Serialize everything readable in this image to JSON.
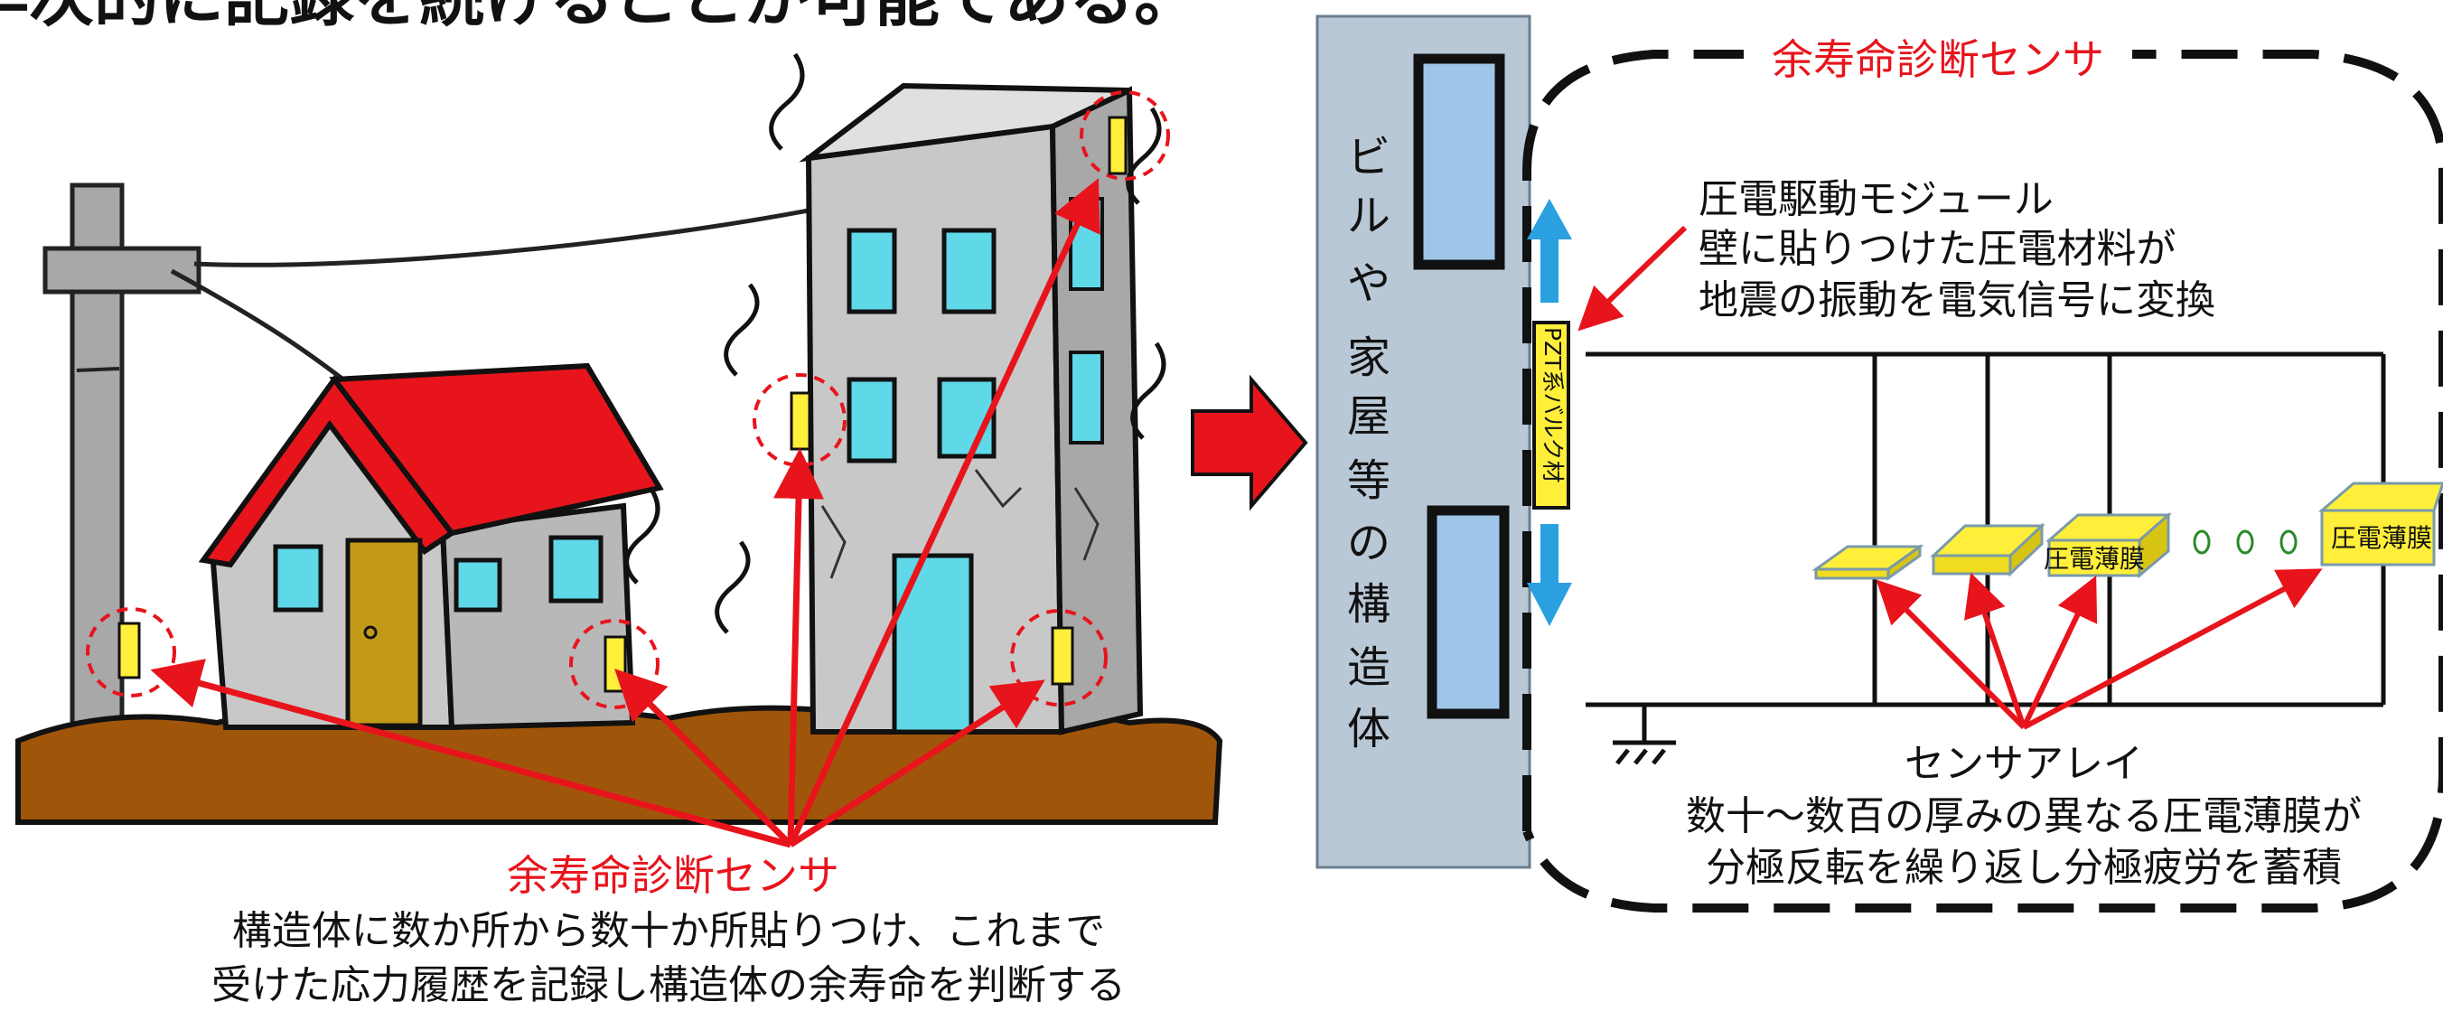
{
  "header": {
    "title_fragment": "早次的に記録を続けることが可能である。"
  },
  "left_panel": {
    "sensor_label": "余寿命診断センサ",
    "description_lines": [
      "構造体に数か所から数十か所貼りつけ、これまで",
      "受けた応力履歴を記録し構造体の余寿命を判断する"
    ]
  },
  "right_panel": {
    "structure_label": [
      "ビ",
      "ル",
      "や",
      "家",
      "屋",
      "等",
      "の",
      "構",
      "造",
      "体"
    ],
    "sensor_title": "余寿命診断センサ",
    "pzt_label": "PZT系バルク材",
    "module_lines": [
      "圧電駆動モジュール",
      "壁に貼りつけた圧電材料が",
      "地震の振動を電気信号に変換"
    ],
    "film_label": "圧電薄膜",
    "film_label_2": "圧電薄膜",
    "array_lines": [
      "センサアレイ",
      "数十～数百の厚みの異なる圧電薄膜が",
      "分極反転を繰り返し分極疲労を蓄積"
    ]
  },
  "colors": {
    "accent_red": "#e8141c",
    "roof_red": "#e8141c",
    "ground_brown": "#a0560a",
    "building_gray": "#c8c8c8",
    "window_cyan": "#5fd8e8",
    "sensor_yellow": "#ffef3a",
    "structure_panel": "#b9c8d6",
    "structure_block": "#9fc5e8",
    "arrow_blue": "#2aa0e0"
  }
}
